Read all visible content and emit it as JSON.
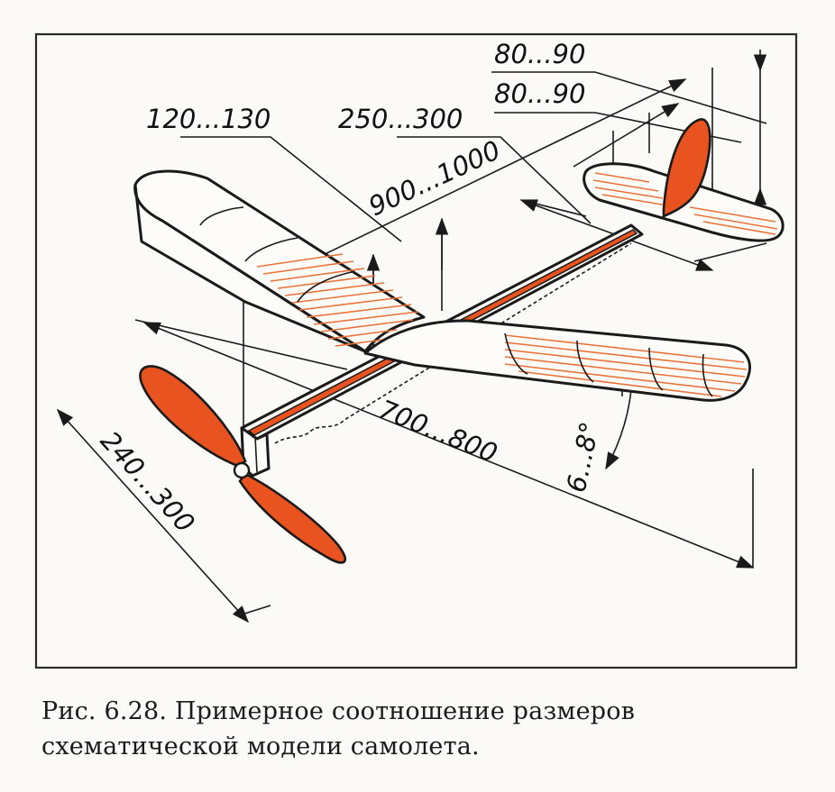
{
  "figure": {
    "dimensions": {
      "tail_height": "80...90",
      "tail_chord": "80...90",
      "wing_chord": "120...130",
      "stab_span": "250...300",
      "wing_span": "900...1000",
      "fuselage_length": "700...800",
      "dihedral": "6...8°",
      "propeller_diameter": "240...300"
    },
    "colors": {
      "accent": "#e8531f",
      "ribs": "#e8733a",
      "ink": "#1a1a1a"
    }
  },
  "caption": {
    "line1": "Рис.  6.28.  Примерное  соотношение  размеров",
    "line2": "схематической модели самолета."
  }
}
